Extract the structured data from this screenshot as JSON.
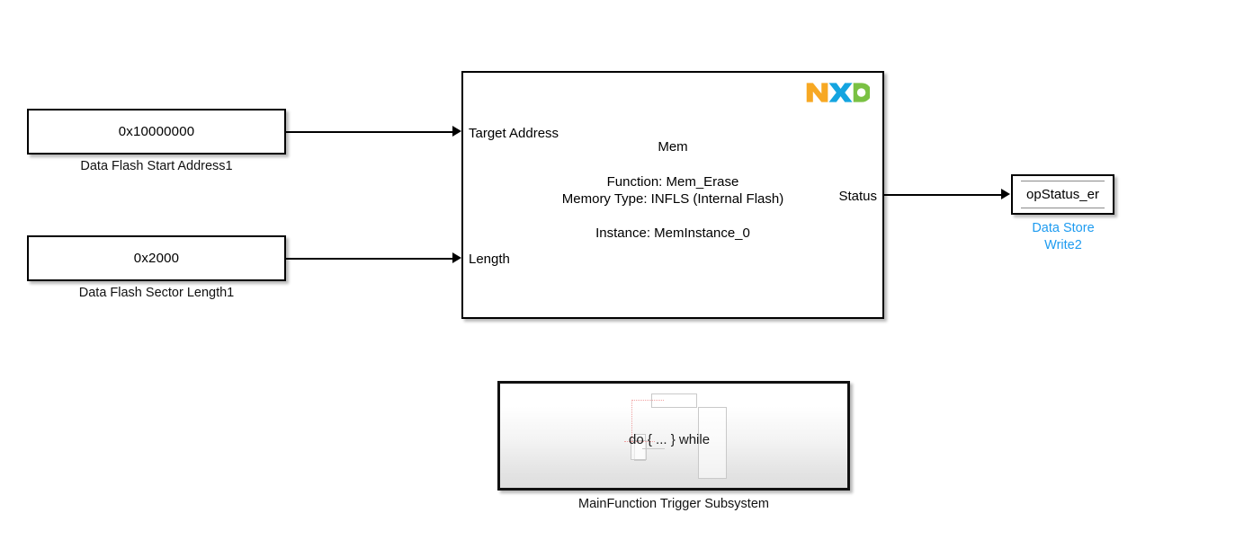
{
  "diagram": {
    "title": "Simulink Mem_Erase block diagram",
    "background": "#ffffff",
    "accent_blue": "#1d9bf0"
  },
  "constants": [
    {
      "id": "data-flash-start-address1",
      "value": "0x10000000",
      "caption": "Data Flash Start Address1"
    },
    {
      "id": "data-flash-sector-length1",
      "value": "0x2000",
      "caption": "Data Flash Sector Length1"
    }
  ],
  "mem_block": {
    "logo": "nxp-logo",
    "title": "Mem",
    "function_line": "Function: Mem_Erase",
    "memory_type_line": "Memory Type: INFLS (Internal Flash)",
    "instance_line": "Instance: MemInstance_0",
    "inputs": [
      {
        "label": "Target Address"
      },
      {
        "label": "Length"
      }
    ],
    "outputs": [
      {
        "label": "Status"
      }
    ]
  },
  "data_store_write": {
    "variable": "opStatus_er",
    "caption": "Data Store\nWrite2",
    "caption_color": "#1d9bf0"
  },
  "subsystem": {
    "loop_text": "do { ... } while",
    "caption": "MainFunction Trigger Subsystem"
  },
  "signals": [
    {
      "from": "data-flash-start-address1",
      "to": "Target Address"
    },
    {
      "from": "data-flash-sector-length1",
      "to": "Length"
    },
    {
      "from": "Status",
      "to": "opStatus_er"
    }
  ]
}
